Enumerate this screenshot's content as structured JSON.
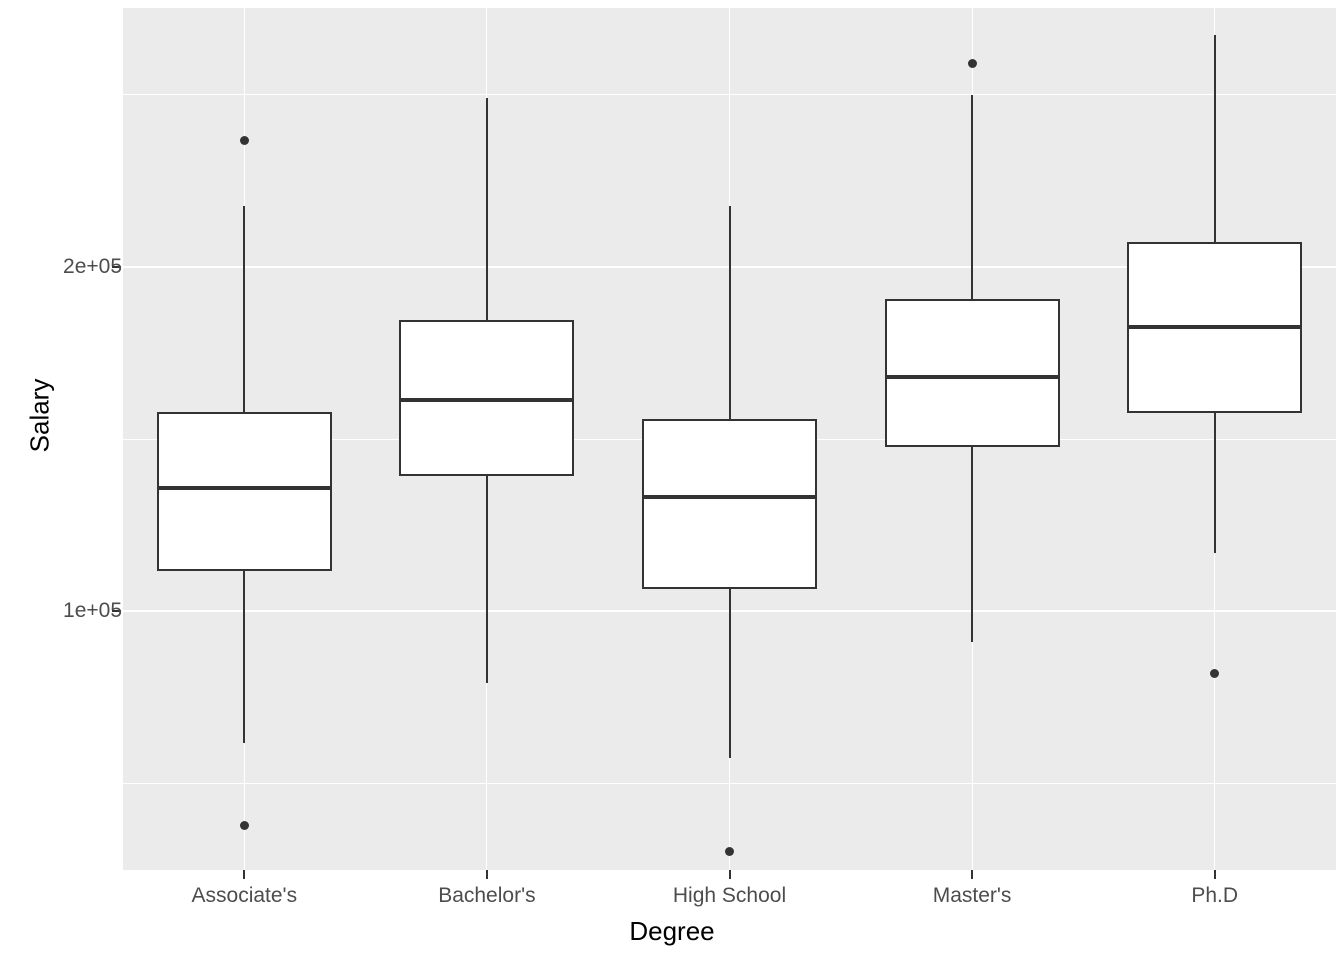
{
  "chart_data": {
    "type": "box",
    "title": "",
    "xlabel": "Degree",
    "ylabel": "Salary",
    "categories": [
      "Associate's",
      "Bachelor's",
      "High School",
      "Master's",
      "Ph.D"
    ],
    "y_tick_labels": [
      "2e+05",
      "1e+05"
    ],
    "y_tick_values": [
      200000,
      100000
    ],
    "ylim": [
      25000,
      275000
    ],
    "grid": true,
    "grid_major_y": [
      100000,
      200000
    ],
    "grid_minor_y": [
      50000,
      150000,
      250000
    ],
    "legend": "none",
    "theme": {
      "panel_background": "#ebebeb",
      "grid_color": "#ffffff",
      "box_fill": "#ffffff",
      "box_stroke": "#333333",
      "text_color": "#4d4d4d",
      "title_color": "#000000"
    },
    "boxes": [
      {
        "category": "Associate's",
        "whisker_low": 61800,
        "q1": 111800,
        "median": 135800,
        "q3": 157900,
        "whisker_high": 217600,
        "outliers": [
          236700,
          37900
        ]
      },
      {
        "category": "Bachelor's",
        "whisker_low": 79100,
        "q1": 139400,
        "median": 161200,
        "q3": 184500,
        "whisker_high": 248800,
        "outliers": []
      },
      {
        "category": "High School",
        "whisker_low": 57600,
        "q1": 106400,
        "median": 133300,
        "q3": 155800,
        "whisker_high": 217600,
        "outliers": [
          30300
        ]
      },
      {
        "category": "Master's",
        "whisker_low": 91200,
        "q1": 147600,
        "median": 167900,
        "q3": 190600,
        "whisker_high": 249700,
        "outliers": [
          258800
        ]
      },
      {
        "category": "Ph.D",
        "whisker_low": 117000,
        "q1": 157600,
        "median": 182400,
        "q3": 207000,
        "whisker_high": 267300,
        "outliers": [
          82100
        ]
      }
    ]
  },
  "axes": {
    "x_title": "Degree",
    "y_title": "Salary"
  }
}
